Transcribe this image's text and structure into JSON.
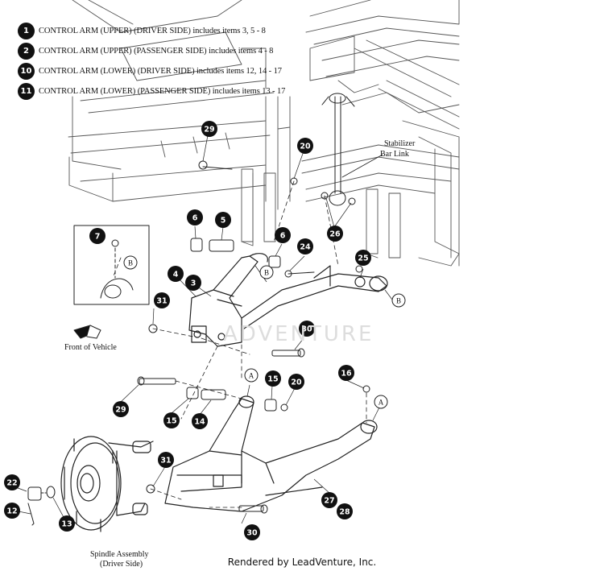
{
  "legend": [
    {
      "num": "1",
      "text": "CONTROL ARM (UPPER) (DRIVER SIDE) includes items 3, 5 - 8"
    },
    {
      "num": "2",
      "text": "CONTROL ARM (UPPER) (PASSENGER SIDE) includes items 4 - 8"
    },
    {
      "num": "10",
      "text": "CONTROL ARM (LOWER) (DRIVER SIDE) includes items 12, 14 - 17"
    },
    {
      "num": "11",
      "text": "CONTROL ARM (LOWER) (PASSENGER SIDE) includes items 13 - 17"
    }
  ],
  "callouts": [
    "29",
    "20",
    "6",
    "5",
    "6",
    "24",
    "26",
    "25",
    "7",
    "4",
    "3",
    "31",
    "30",
    "16",
    "15",
    "20",
    "29",
    "15",
    "14",
    "31",
    "27",
    "28",
    "22",
    "12",
    "13",
    "30"
  ],
  "letter_callouts": [
    "B",
    "B",
    "B",
    "A",
    "A"
  ],
  "labels": {
    "stabilizer": "Stabilizer",
    "bar_link": "Bar Link",
    "front_of_vehicle": "Front of Vehicle",
    "spindle": "Spindle Assembly",
    "driver_side": "(Driver Side)"
  },
  "watermark": "ADVENTURE",
  "footer": "Rendered by LeadVenture, Inc."
}
